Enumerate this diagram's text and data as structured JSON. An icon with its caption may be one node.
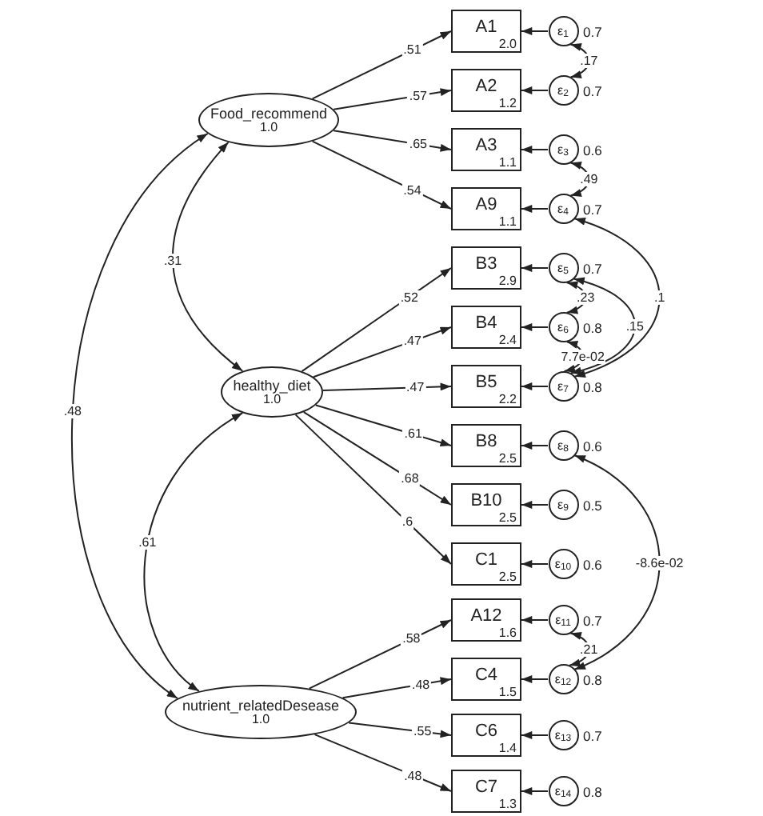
{
  "diagram": {
    "nodes": [
      {
        "text": [
          "Food_recommend",
          "1.0"
        ]
      },
      {
        "text": [
          "healthy_diet",
          "1.0"
        ]
      },
      {
        "text": [
          "nutrient_relatedDesease",
          "1.0"
        ]
      },
      {
        "text": [
          "A1",
          "2.0"
        ]
      },
      {
        "text": [
          "A2",
          "1.2"
        ]
      },
      {
        "text": [
          "A3",
          "1.1"
        ]
      },
      {
        "text": [
          "A9",
          "1.1"
        ]
      },
      {
        "text": [
          "B3",
          "2.9"
        ]
      },
      {
        "text": [
          "B4",
          "2.4"
        ]
      },
      {
        "text": [
          "B5",
          "2.2"
        ]
      },
      {
        "text": [
          "B8",
          "2.5"
        ]
      },
      {
        "text": [
          "B10",
          "2.5"
        ]
      },
      {
        "text": [
          "C1",
          "2.5"
        ]
      },
      {
        "text": [
          "A12",
          "1.6"
        ]
      },
      {
        "text": [
          "C4",
          "1.5"
        ]
      },
      {
        "text": [
          "C6",
          "1.4"
        ]
      },
      {
        "text": [
          "C7",
          "1.3"
        ]
      },
      {
        "text": [
          "ε$_{1}$"
        ],
        "beside": [
          "0.7"
        ]
      },
      {
        "text": [
          "ε$_{2}$"
        ],
        "beside": [
          "0.7"
        ]
      },
      {
        "text": [
          "ε$_{3}$"
        ],
        "beside": [
          "0.6"
        ]
      },
      {
        "text": [
          "ε$_{4}$"
        ],
        "beside": [
          "0.7"
        ]
      },
      {
        "text": [
          "ε$_{5}$"
        ],
        "beside": [
          "0.7"
        ]
      },
      {
        "text": [
          "ε$_{6}$"
        ],
        "beside": [
          "0.8"
        ]
      },
      {
        "text": [
          "ε$_{7}$"
        ],
        "beside": [
          "0.8"
        ]
      },
      {
        "text": [
          "ε$_{8}$"
        ],
        "beside": [
          "0.6"
        ]
      },
      {
        "text": [
          "ε$_{9}$"
        ],
        "beside": [
          "0.5"
        ]
      },
      {
        "text": [
          "ε$_{10}$"
        ],
        "beside": [
          "0.6"
        ]
      },
      {
        "text": [
          "ε$_{11}$"
        ],
        "beside": [
          "0.7"
        ]
      },
      {
        "text": [
          "ε$_{12}$"
        ],
        "beside": [
          "0.8"
        ]
      },
      {
        "text": [
          "ε$_{13}$"
        ],
        "beside": [
          "0.7"
        ]
      },
      {
        "text": [
          "ε$_{14}$"
        ],
        "beside": [
          "0.8"
        ]
      }
    ],
    "edges": [
      {
        "from": 0,
        "to": 3,
        "arrow": "to",
        "label": ".51"
      },
      {
        "from": 0,
        "to": 4,
        "arrow": "to",
        "label": ".57"
      },
      {
        "from": 0,
        "to": 5,
        "arrow": "to",
        "label": ".65"
      },
      {
        "from": 0,
        "to": 6,
        "arrow": "to",
        "label": ".54"
      },
      {
        "from": 1,
        "to": 7,
        "arrow": "to",
        "label": ".52"
      },
      {
        "from": 1,
        "to": 8,
        "arrow": "to",
        "label": ".47"
      },
      {
        "from": 1,
        "to": 9,
        "arrow": "to",
        "label": ".47"
      },
      {
        "from": 1,
        "to": 10,
        "arrow": "to",
        "label": ".61"
      },
      {
        "from": 1,
        "to": 11,
        "arrow": "to",
        "label": ".68"
      },
      {
        "from": 1,
        "to": 12,
        "arrow": "to",
        "label": ".6"
      },
      {
        "from": 2,
        "to": 13,
        "arrow": "to",
        "label": ".58"
      },
      {
        "from": 2,
        "to": 14,
        "arrow": "to",
        "label": ".48"
      },
      {
        "from": 2,
        "to": 15,
        "arrow": "to",
        "label": ".55"
      },
      {
        "from": 2,
        "to": 16,
        "arrow": "to",
        "label": ".48"
      },
      {
        "from": 17,
        "to": 3,
        "arrow": "to"
      },
      {
        "from": 18,
        "to": 4,
        "arrow": "to"
      },
      {
        "from": 19,
        "to": 5,
        "arrow": "to"
      },
      {
        "from": 20,
        "to": 6,
        "arrow": "to"
      },
      {
        "from": 21,
        "to": 7,
        "arrow": "to"
      },
      {
        "from": 22,
        "to": 8,
        "arrow": "to"
      },
      {
        "from": 23,
        "to": 9,
        "arrow": "to"
      },
      {
        "from": 24,
        "to": 10,
        "arrow": "to"
      },
      {
        "from": 25,
        "to": 11,
        "arrow": "to"
      },
      {
        "from": 26,
        "to": 12,
        "arrow": "to"
      },
      {
        "from": 27,
        "to": 13,
        "arrow": "to"
      },
      {
        "from": 28,
        "to": 14,
        "arrow": "to"
      },
      {
        "from": 29,
        "to": 15,
        "arrow": "to"
      },
      {
        "from": 30,
        "to": 16,
        "arrow": "to"
      },
      {
        "from": 0,
        "to": 1,
        "arrow": "both",
        "label": ".31"
      },
      {
        "from": 1,
        "to": 2,
        "arrow": "both",
        "label": ".61"
      },
      {
        "from": 0,
        "to": 2,
        "arrow": "both",
        "label": ".48"
      },
      {
        "from": 17,
        "to": 18,
        "arrow": "both",
        "label": ".17"
      },
      {
        "from": 19,
        "to": 20,
        "arrow": "both",
        "label": ".49"
      },
      {
        "from": 21,
        "to": 22,
        "arrow": "both",
        "label": ".23"
      },
      {
        "from": 20,
        "to": 23,
        "arrow": "both",
        "label": ".1"
      },
      {
        "from": 21,
        "to": 23,
        "arrow": "both",
        "label": ".15"
      },
      {
        "from": 22,
        "to": 23,
        "arrow": "both",
        "label": "7.7e-02"
      },
      {
        "from": 24,
        "to": 28,
        "arrow": "both",
        "label": "-8.6e-02"
      },
      {
        "from": 27,
        "to": 28,
        "arrow": "both",
        "label": ".21"
      }
    ]
  }
}
